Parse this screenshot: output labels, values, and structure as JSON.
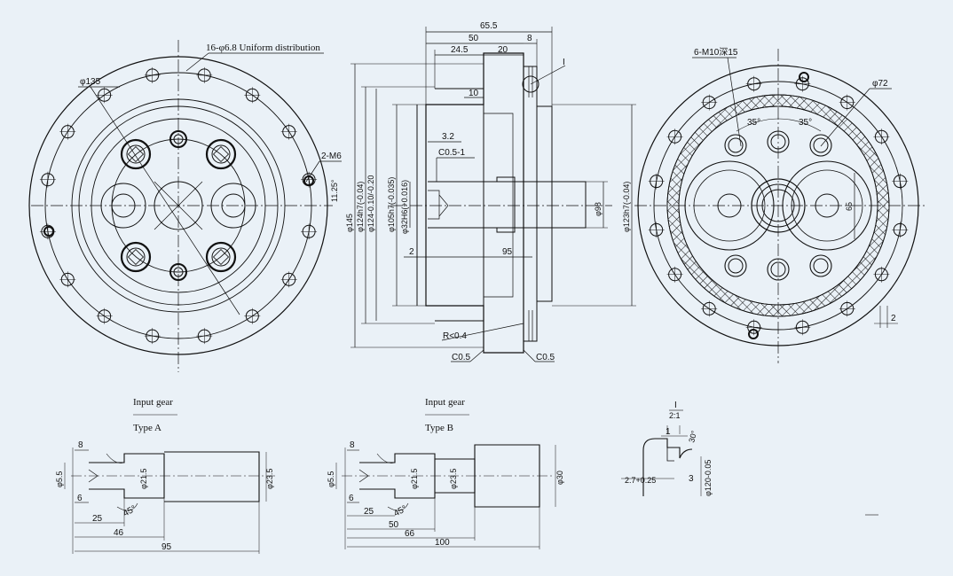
{
  "colors": {
    "background": "#eaf1f7",
    "line": "#111111",
    "hatch": "#111111"
  },
  "front_view": {
    "bolt_circle_note": "16-φ6.8 Uniform distribution",
    "dia_135": "φ135",
    "tap_note": "2-M6",
    "angle": "11.25°"
  },
  "section_view": {
    "dims_top": [
      "65.5",
      "50",
      "24.5",
      "20",
      "8",
      "10",
      "3.2"
    ],
    "chamfer_c05_1": "C0.5-1",
    "detail_ref": "I",
    "dia_145": "φ145",
    "dia_124_h7": "φ124h7(-0.04)",
    "dia_124_tol": "φ124-0.10/-0.20",
    "dia_105_h7": "φ105h7(-0.035)",
    "dia_32_h6": "φ32H6(+0.016)",
    "dia_98": "φ98",
    "dia_123_h7": "φ123h7(-0.04)",
    "dim_2": "2",
    "dim_95": "95",
    "radius": "R<0.4",
    "chamfer_left": "C0.5",
    "chamfer_right": "C0.5"
  },
  "right_view": {
    "tap_note": "6-M10深15",
    "dia_72": "φ72",
    "angle_1": "35°",
    "angle_2": "35°",
    "dim_65": "65",
    "dim_2": "2"
  },
  "gear_a": {
    "title": "Input gear",
    "type": "Type A",
    "dims": {
      "d55": "φ5.5",
      "d215": "φ21.5",
      "d235": "φ23.5",
      "l8": "8",
      "l6": "6",
      "l25": "25",
      "l46": "46",
      "l95": "95",
      "ang": "45°"
    }
  },
  "gear_b": {
    "title": "Input gear",
    "type": "Type B",
    "dims": {
      "d55": "φ5.5",
      "d215": "φ21.5",
      "d235": "φ23.5",
      "d30": "φ30",
      "l8": "8",
      "l6": "6",
      "l25": "25",
      "l50": "50",
      "l66": "66",
      "l100": "100",
      "ang": "45°"
    }
  },
  "detail": {
    "ref": "I",
    "scale": "2:1",
    "d1": "1",
    "ang": "30°",
    "d27": "2.7+0.25",
    "d3": "3",
    "d120": "φ120-0.05"
  }
}
